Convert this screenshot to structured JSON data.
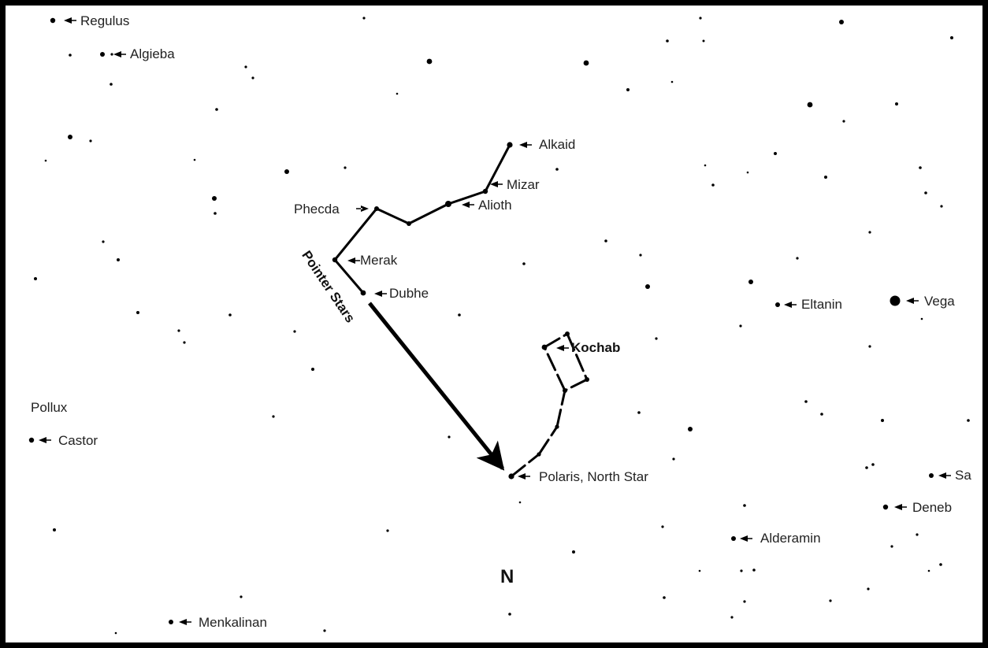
{
  "map": {
    "direction_label": "N",
    "pointer_label": "Pointer Stars"
  },
  "labels": {
    "regulus": "Regulus",
    "algieba": "Algieba",
    "alkaid": "Alkaid",
    "mizar": "Mizar",
    "alioth": "Alioth",
    "phecda": "Phecda",
    "merak": "Merak",
    "dubhe": "Dubhe",
    "kochab": "Kochab",
    "eltanin": "Eltanin",
    "vega": "Vega",
    "pollux": "Pollux",
    "castor": "Castor",
    "polaris": "Polaris, North Star",
    "sa": "Sa",
    "deneb": "Deneb",
    "alderamin": "Alderamin",
    "menkalinan": "Menkalinan"
  },
  "colors": {
    "ink": "#000000",
    "label": "#222222",
    "background": "#ffffff"
  }
}
